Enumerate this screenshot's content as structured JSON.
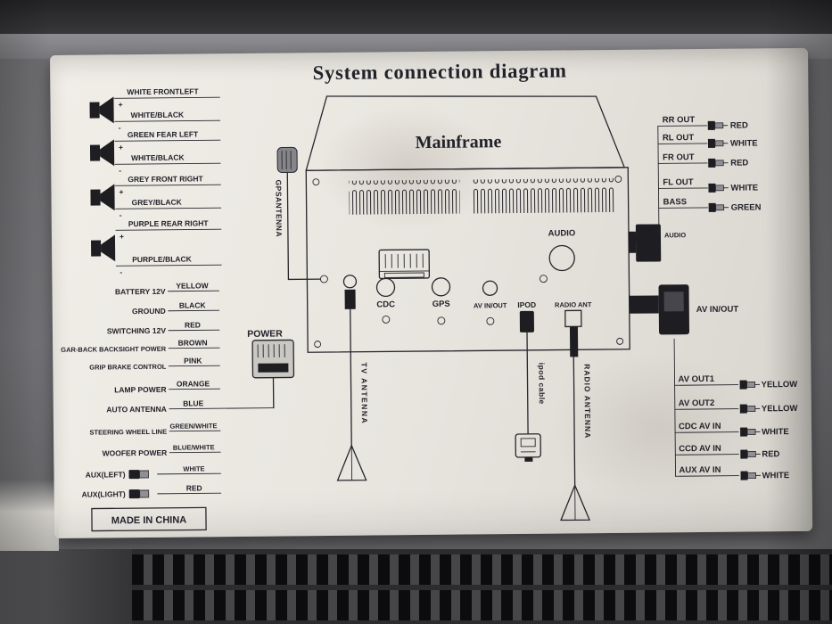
{
  "diagram": {
    "title": "System connection diagram",
    "mainframe": "Mainframe",
    "audio_port": "AUDIO",
    "ports": {
      "cdc": "CDC",
      "gps": "GPS",
      "av": "AV IN/OUT",
      "ipod": "IPOD",
      "radio": "RADIO ANT"
    },
    "cables": {
      "gps_antenna": "GPSANTENNA",
      "tv_antenna": "TV ANTENNA",
      "ipod_cable": "ipod cable",
      "radio_antenna": "RADIO ANTENNA",
      "power": "POWER"
    },
    "polarity": {
      "plus": "+",
      "minus": "-"
    },
    "speakers": [
      {
        "top": "WHITE FRONTLEFT",
        "bottom": "WHITE/BLACK"
      },
      {
        "top": "GREEN FEAR LEFT",
        "bottom": "WHITE/BLACK"
      },
      {
        "top": "GREY FRONT RIGHT",
        "bottom": "GREY/BLACK"
      },
      {
        "top": "PURPLE REAR RIGHT",
        "bottom": "PURPLE/BLACK"
      }
    ],
    "power_wires": [
      {
        "label": "BATTERY 12V",
        "color": "YELLOW"
      },
      {
        "label": "GROUND",
        "color": "BLACK"
      },
      {
        "label": "SWITCHING 12V",
        "color": "RED"
      },
      {
        "label": "GAR-BACK BACKSIGHT POWER",
        "color": "BROWN"
      },
      {
        "label": "GRIP BRAKE CONTROL",
        "color": "PINK"
      },
      {
        "label": "LAMP POWER",
        "color": "ORANGE"
      },
      {
        "label": "AUTO ANTENNA",
        "color": "BLUE"
      },
      {
        "label": "STEERING WHEEL LINE",
        "color": "GREEN/WHITE"
      },
      {
        "label": "WOOFER POWER",
        "color": "BLUE/WHITE"
      },
      {
        "label": "AUX(LEFT)",
        "color": "WHITE"
      },
      {
        "label": "AUX(LIGHT)",
        "color": "RED"
      }
    ],
    "rca_outputs": [
      {
        "label": "RR OUT",
        "color": "RED"
      },
      {
        "label": "RL OUT",
        "color": "WHITE"
      },
      {
        "label": "FR OUT",
        "color": "RED"
      },
      {
        "label": "FL OUT",
        "color": "WHITE"
      },
      {
        "label": "BASS",
        "color": "GREEN"
      }
    ],
    "audio_block": "AUDIO",
    "av_inout_block": "AV IN/OUT",
    "av_lines": [
      {
        "label": "AV OUT1",
        "color": "YELLOW"
      },
      {
        "label": "AV OUT2",
        "color": "YELLOW"
      },
      {
        "label": "CDC AV IN",
        "color": "WHITE"
      },
      {
        "label": "CCD AV IN",
        "color": "RED"
      },
      {
        "label": "AUX AV IN",
        "color": "WHITE"
      }
    ],
    "made_in": "MADE IN CHINA"
  }
}
